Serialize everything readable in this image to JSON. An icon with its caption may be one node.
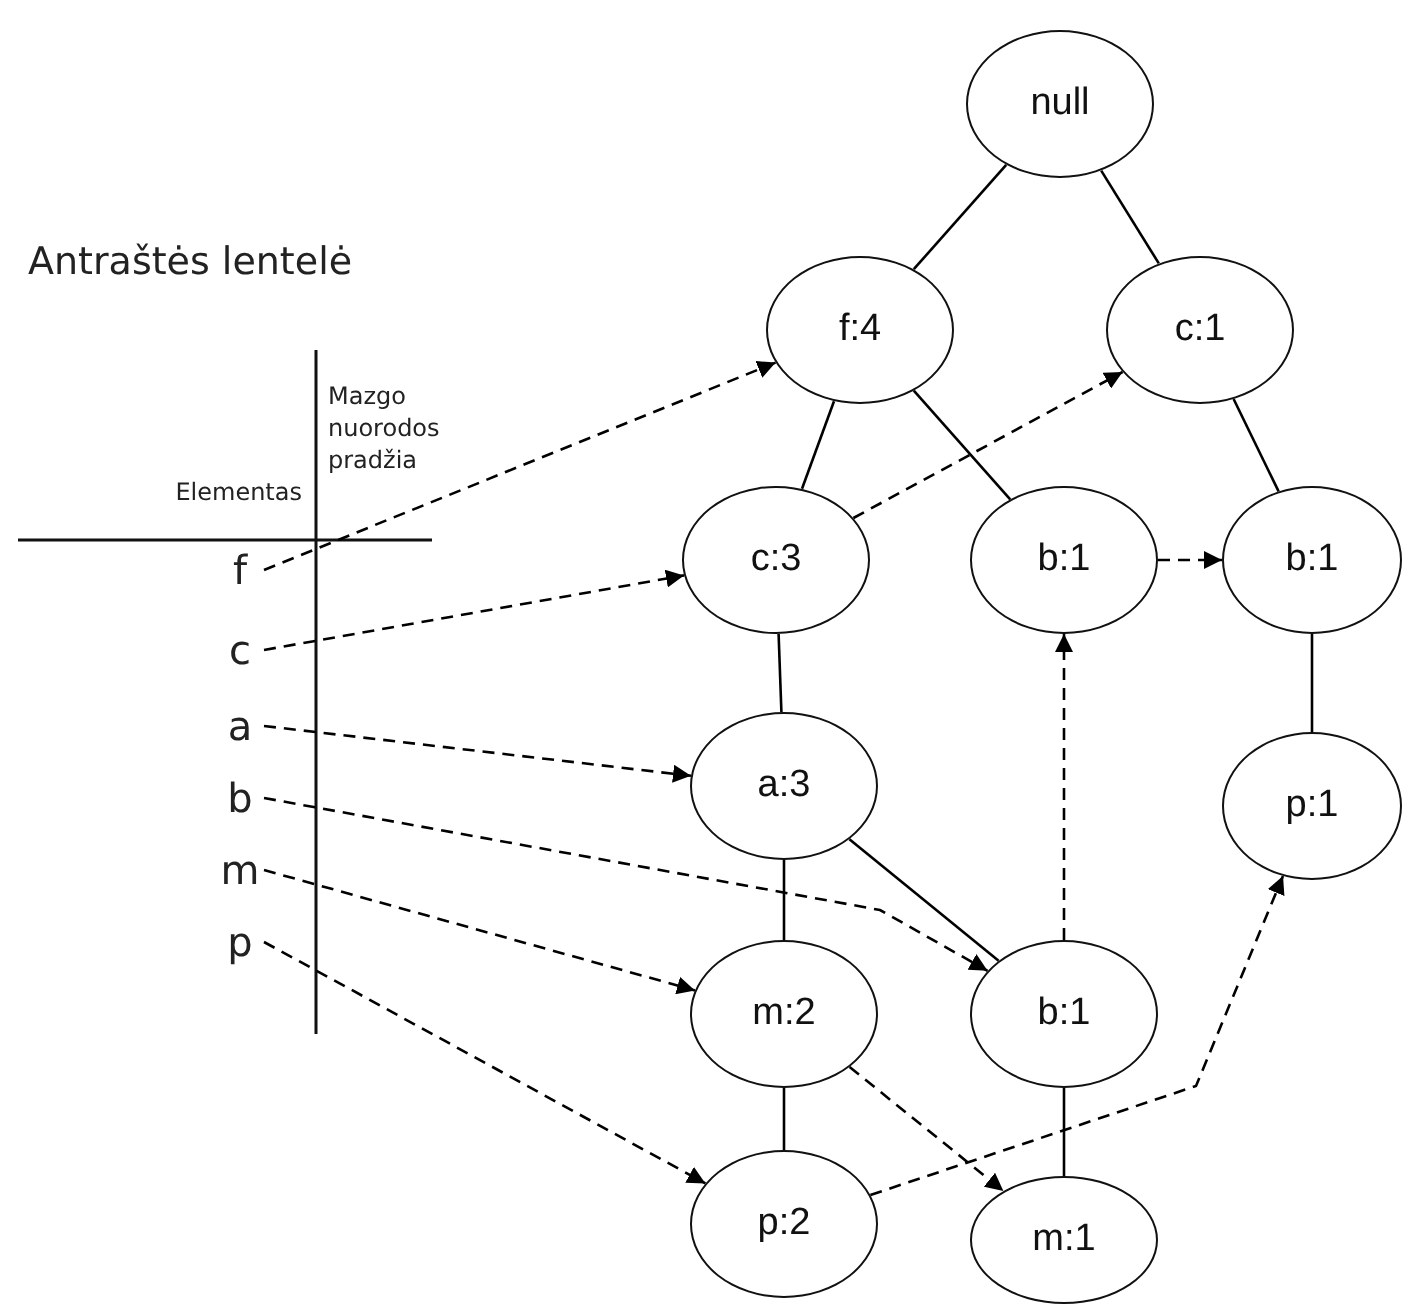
{
  "diagram": {
    "title": "Antraštės lentelė",
    "nodes": [
      {
        "text": [
          "null"
        ]
      },
      {
        "text": [
          "f:4"
        ]
      },
      {
        "text": [
          "c:1"
        ]
      },
      {
        "text": [
          "c:3"
        ]
      },
      {
        "text": [
          "b:1"
        ]
      },
      {
        "text": [
          "b:1"
        ]
      },
      {
        "text": [
          "a:3"
        ]
      },
      {
        "text": [
          "p:1"
        ]
      },
      {
        "text": [
          "m:2"
        ]
      },
      {
        "text": [
          "b:1"
        ]
      },
      {
        "text": [
          "p:2"
        ]
      },
      {
        "text": [
          "m:1"
        ]
      },
      {
        "text": [
          "f"
        ]
      },
      {
        "text": [
          "c"
        ]
      },
      {
        "text": [
          "a"
        ]
      },
      {
        "text": [
          "b"
        ]
      },
      {
        "text": [
          "m"
        ]
      },
      {
        "text": [
          "p"
        ]
      }
    ],
    "edges": [
      {
        "from": 0,
        "to": 1,
        "arrow": "none"
      },
      {
        "from": 0,
        "to": 2,
        "arrow": "none"
      },
      {
        "from": 1,
        "to": 3,
        "arrow": "none"
      },
      {
        "from": 1,
        "to": 4,
        "arrow": "none"
      },
      {
        "from": 2,
        "to": 5,
        "arrow": "none"
      },
      {
        "from": 3,
        "to": 6,
        "arrow": "none"
      },
      {
        "from": 6,
        "to": 8,
        "arrow": "none"
      },
      {
        "from": 6,
        "to": 9,
        "arrow": "none"
      },
      {
        "from": 8,
        "to": 10,
        "arrow": "none"
      },
      {
        "from": 9,
        "to": 11,
        "arrow": "none"
      },
      {
        "from": 5,
        "to": 7,
        "arrow": "none"
      },
      {
        "from": 12,
        "to": 1,
        "arrow": "to",
        "style": "dashed"
      },
      {
        "from": 13,
        "to": 3,
        "arrow": "to",
        "style": "dashed"
      },
      {
        "from": 14,
        "to": 6,
        "arrow": "to",
        "style": "dashed"
      },
      {
        "from": 15,
        "to": 9,
        "arrow": "to",
        "style": "dashed"
      },
      {
        "from": 16,
        "to": 8,
        "arrow": "to",
        "style": "dashed"
      },
      {
        "from": 17,
        "to": 10,
        "arrow": "to",
        "style": "dashed"
      },
      {
        "from": 3,
        "to": 2,
        "arrow": "to",
        "style": "dashed"
      },
      {
        "from": 4,
        "to": 5,
        "arrow": "to",
        "style": "dashed"
      },
      {
        "from": 9,
        "to": 4,
        "arrow": "to",
        "style": "dashed"
      },
      {
        "from": 8,
        "to": 11,
        "arrow": "to",
        "style": "dashed"
      },
      {
        "from": 10,
        "to": 7,
        "arrow": "to",
        "style": "dashed"
      }
    ],
    "labels": [
      "Elementas",
      "Mazgo nuorodos pradžia"
    ]
  }
}
